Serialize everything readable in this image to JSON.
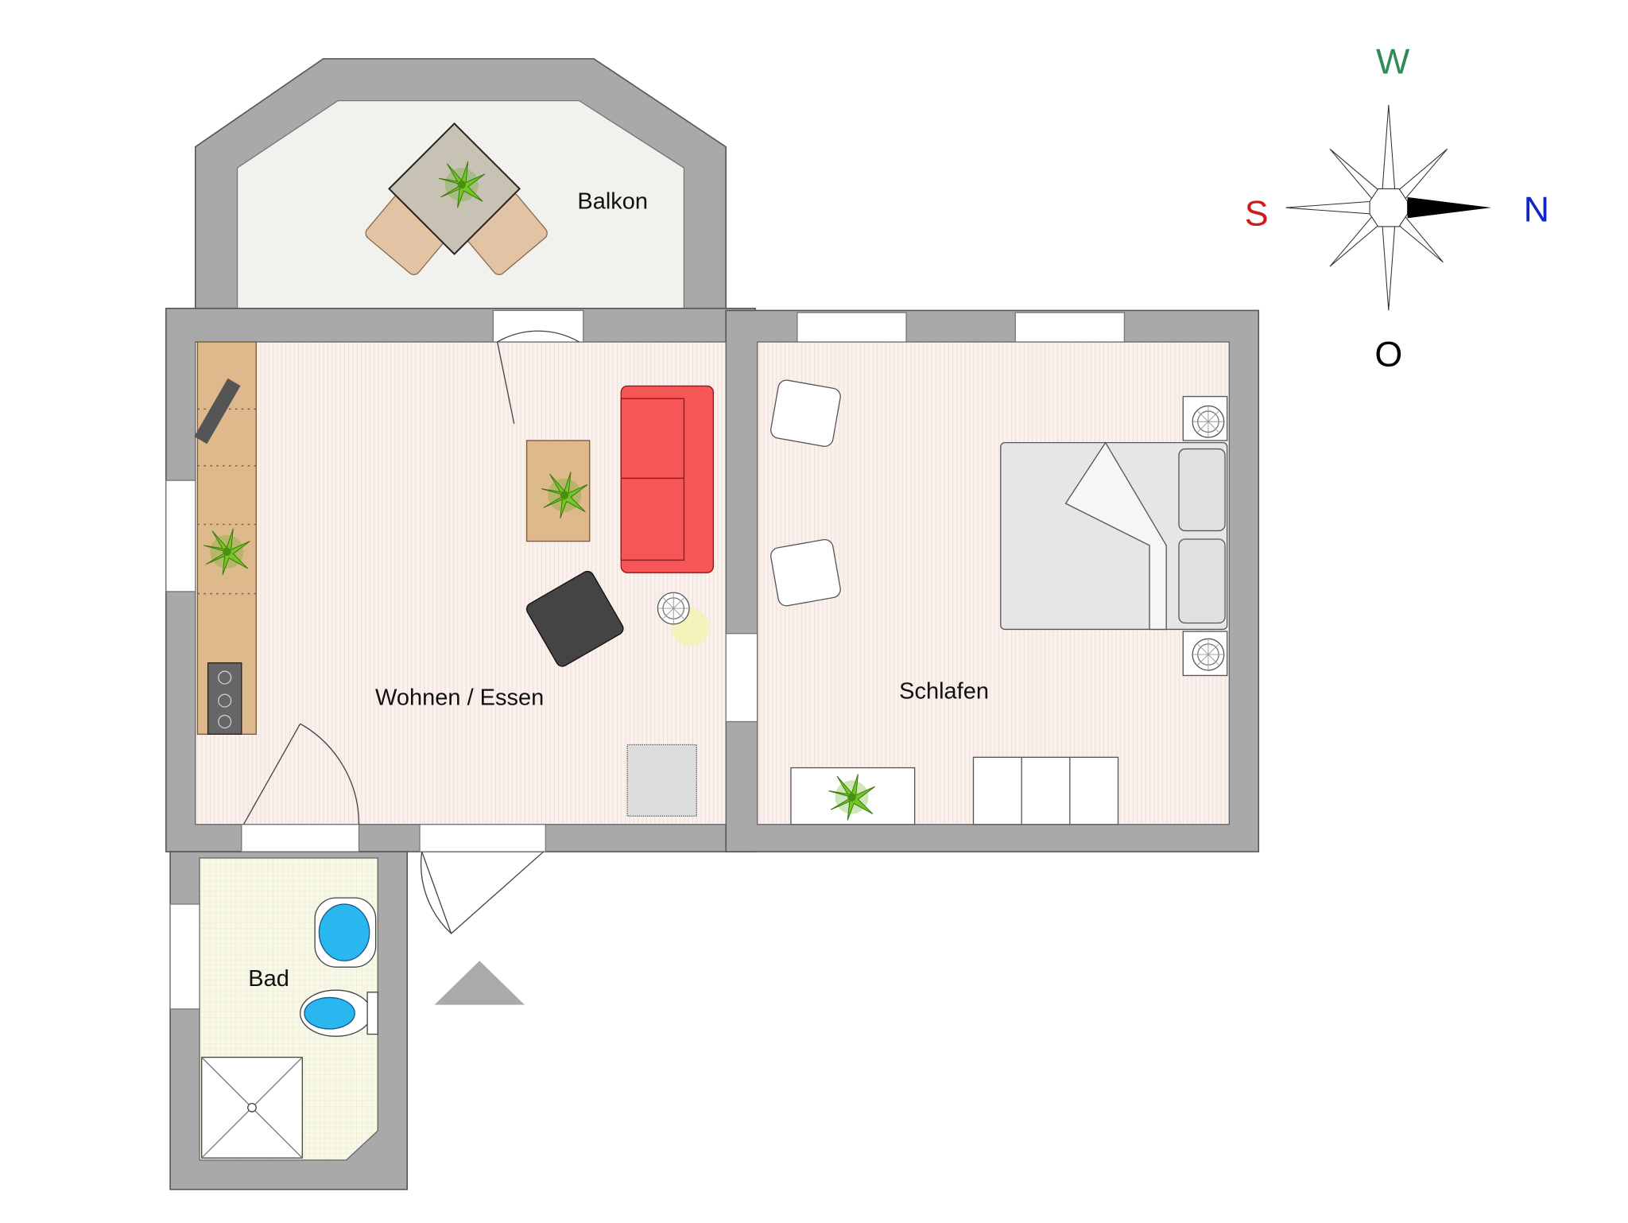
{
  "rooms": {
    "balcony": "Balkon",
    "living": "Wohnen / Essen",
    "bedroom": "Schlafen",
    "bath": "Bad"
  },
  "compass": {
    "west": "W",
    "south": "S",
    "north": "N",
    "east": "O",
    "colors": {
      "west": "#2e8b57",
      "south": "#d11a1a",
      "north": "#1025c8",
      "east": "#000000"
    }
  },
  "colors": {
    "sofa": "#f75656",
    "wall": "#a9a9a9",
    "floor": "#f9eeea",
    "kitchen": "#ddb98c",
    "plant": "#6cc21f",
    "sink": "#2ab6ee"
  }
}
